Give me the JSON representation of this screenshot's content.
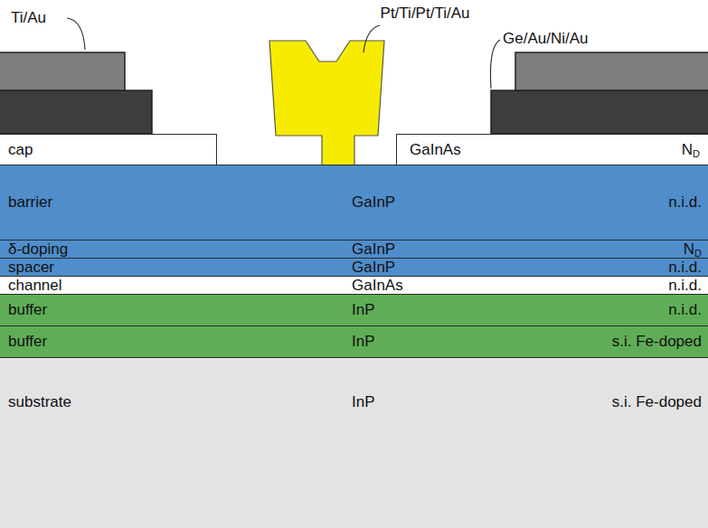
{
  "diagram": {
    "nodes": [
      {
        "text": [
          "cap"
        ]
      },
      {
        "text": [
          "GaInAs",
          "ND"
        ]
      },
      {
        "text": [
          "barrier",
          "GaInP",
          "n.i.d."
        ]
      },
      {
        "text": [
          "δ-doping",
          "GaInP",
          "ND"
        ]
      },
      {
        "text": [
          "spacer",
          "GaInP",
          "n.i.d."
        ]
      },
      {
        "text": [
          "channel",
          "GaInAs",
          "n.i.d."
        ]
      },
      {
        "text": [
          "buffer",
          "InP",
          "n.i.d."
        ]
      },
      {
        "text": [
          "buffer",
          "InP",
          "s.i. Fe-doped"
        ]
      },
      {
        "text": [
          "substrate",
          "InP",
          "s.i. Fe-doped"
        ]
      }
    ],
    "labels": [
      "Ti/Au",
      "Pt/Ti/Pt/Ti/Au",
      "Ge/Au/Ni/Au"
    ]
  }
}
